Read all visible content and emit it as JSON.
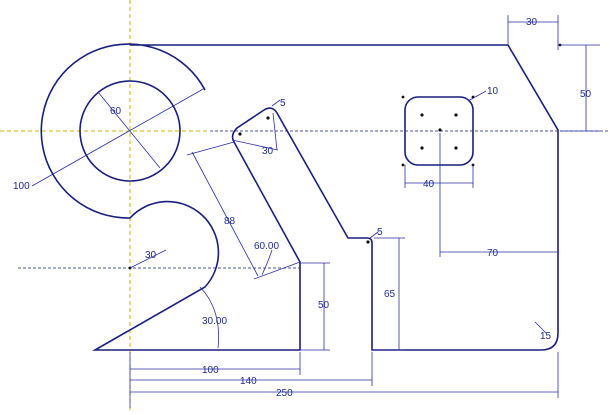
{
  "dimensions": {
    "d_30_top": "30",
    "d_50_right": "50",
    "d_10_radius": "10",
    "d_5_slot": "5",
    "d_5_step": "5",
    "d_60_circle": "60",
    "d_30_slot_width": "30",
    "d_100_radius": "100",
    "d_88_slot": "88",
    "d_60_angle": "60.00",
    "d_30_radius": "30",
    "d_40_square": "40",
    "d_70": "70",
    "d_65": "65",
    "d_50_left": "50",
    "d_30_angle": "30.00",
    "d_15_radius": "15",
    "d_100_bottom": "100",
    "d_140": "140",
    "d_250": "250"
  },
  "colors": {
    "outline": "#1a1f7a",
    "dimension": "#2a2fa0",
    "centerline": "#c8b400"
  }
}
